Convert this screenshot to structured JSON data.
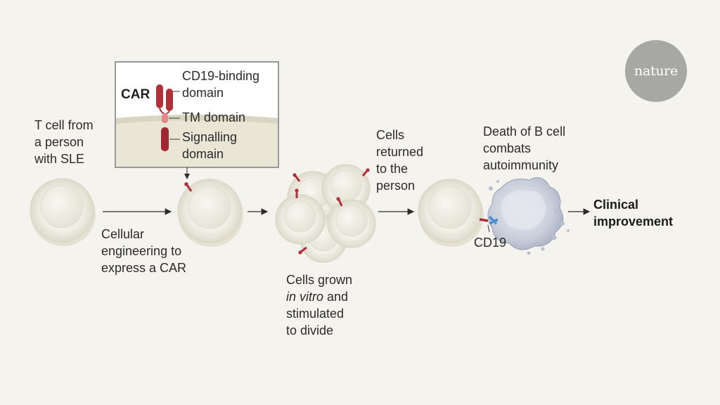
{
  "logo": {
    "text": "nature"
  },
  "step1": {
    "label": [
      "T cell from",
      "a person",
      "with SLE"
    ]
  },
  "step2": {
    "label": [
      "Cellular",
      "engineering to",
      "express a CAR"
    ]
  },
  "inset": {
    "title": "CAR",
    "binding": [
      "CD19-binding",
      "domain"
    ],
    "tm": "TM domain",
    "signalling": [
      "Signalling",
      "domain"
    ]
  },
  "step3": {
    "label_line1": "Cells grown",
    "label_italic": "in vitro",
    "label_line2_rest": " and",
    "label_line3": "stimulated",
    "label_line4": "to divide"
  },
  "step4": {
    "label": [
      "Cells",
      "returned",
      "to the",
      "person"
    ]
  },
  "step5": {
    "label": [
      "Death of B cell",
      "combats",
      "autoimmunity"
    ],
    "marker": "CD19"
  },
  "outcome": {
    "label": [
      "Clinical",
      "improvement"
    ]
  },
  "colors": {
    "car_red": "#b0303a",
    "tm_pink": "#e9868a",
    "cd19_blue": "#4a8fd0",
    "b_cell": "#b9c0d0",
    "background": "#f4f3ee"
  }
}
